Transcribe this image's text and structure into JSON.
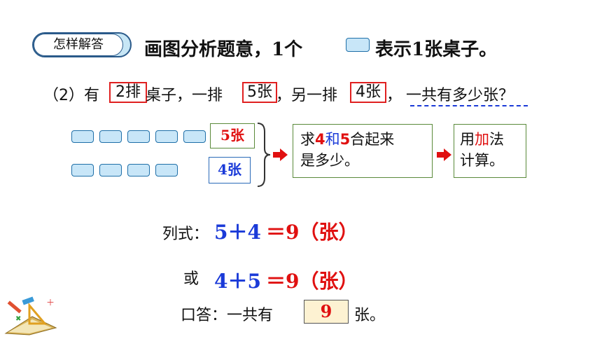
{
  "header": {
    "badge": "怎样解答",
    "text_before": "画图分析题意，1个",
    "text_after": "表示1张桌子。"
  },
  "question": {
    "prefix": "（2）有",
    "n_rows": "2排",
    "mid1": "桌子，一排",
    "n1": "5张",
    "mid2": "，另一排",
    "n2": "4张",
    "mid3": "，",
    "ask": "一共有多少张？"
  },
  "diagram": {
    "row1_count": 5,
    "row2_count": 4,
    "row1_label": "5张",
    "row2_label": "4张",
    "step1_a": "求",
    "step1_n1": "4",
    "step1_b": "和",
    "step1_n2": "5",
    "step1_c": "合起来",
    "step1_d": "是多少。",
    "step2_a": "用",
    "step2_b": "加",
    "step2_c": "法",
    "step2_d": "计算。"
  },
  "equation1": {
    "label": "列式：",
    "expr": "5＋4",
    "result": "＝9（张）"
  },
  "equation2": {
    "label": "或",
    "expr": "4＋5",
    "result": "＝9（张）"
  },
  "answer": {
    "prefix": "口答：一共有",
    "value": "9",
    "suffix": "张。"
  },
  "colors": {
    "red": "#e01010",
    "blue": "#1a3ad8",
    "desk_fill": "#c8e6f8",
    "desk_border": "#1f6fa8"
  }
}
